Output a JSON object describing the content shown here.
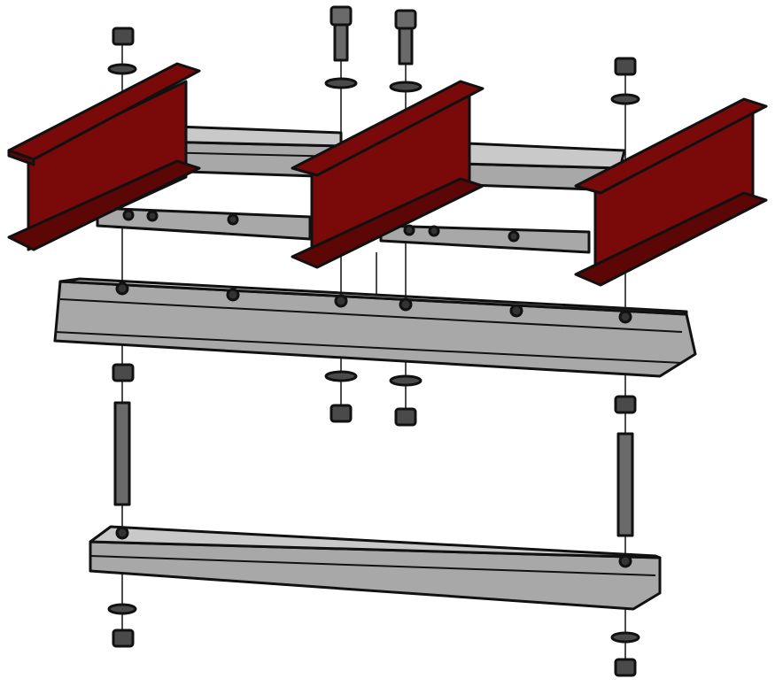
{
  "colors": {
    "beam_red": "#7a0a0a",
    "beam_red_dark": "#5c0606",
    "steel_gray": "#a8a8a8",
    "steel_light": "#c9c9c9",
    "hardware_dark": "#4a4a4a",
    "outline": "#111111"
  },
  "parts": {
    "i_beams": 3,
    "cross_channels": 4,
    "long_channels": 2,
    "spacer_rods": 2
  }
}
